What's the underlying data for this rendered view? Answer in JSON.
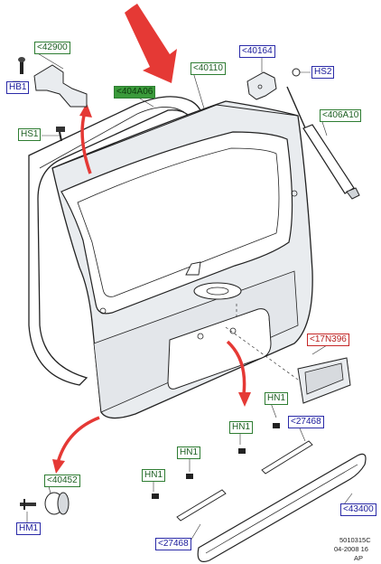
{
  "callouts": {
    "c42900": "<42900",
    "c40164": "<40164",
    "c40110": "<40110",
    "c404A06": "<404A06",
    "c406A10": "<406A10",
    "c17N396": "<17N396",
    "c27468_top": "<27468",
    "c27468_bottom": "<27468",
    "c40452": "<40452",
    "c43400": "<43400",
    "hb1": "HB1",
    "hs1": "HS1",
    "hs2": "HS2",
    "hn1_a": "HN1",
    "hn1_b": "HN1",
    "hn1_c": "HN1",
    "hn1_d": "HN1",
    "hm1": "HM1"
  },
  "reference": {
    "code": "5010315C",
    "date": "04-2008 16",
    "region": "AP"
  },
  "colors": {
    "panel_fill": "#e9ecef",
    "line": "#222222",
    "arrow_red": "#e53935",
    "callout_blue": "#2a2aa8",
    "callout_green": "#2e7d32",
    "callout_red": "#c62828"
  }
}
